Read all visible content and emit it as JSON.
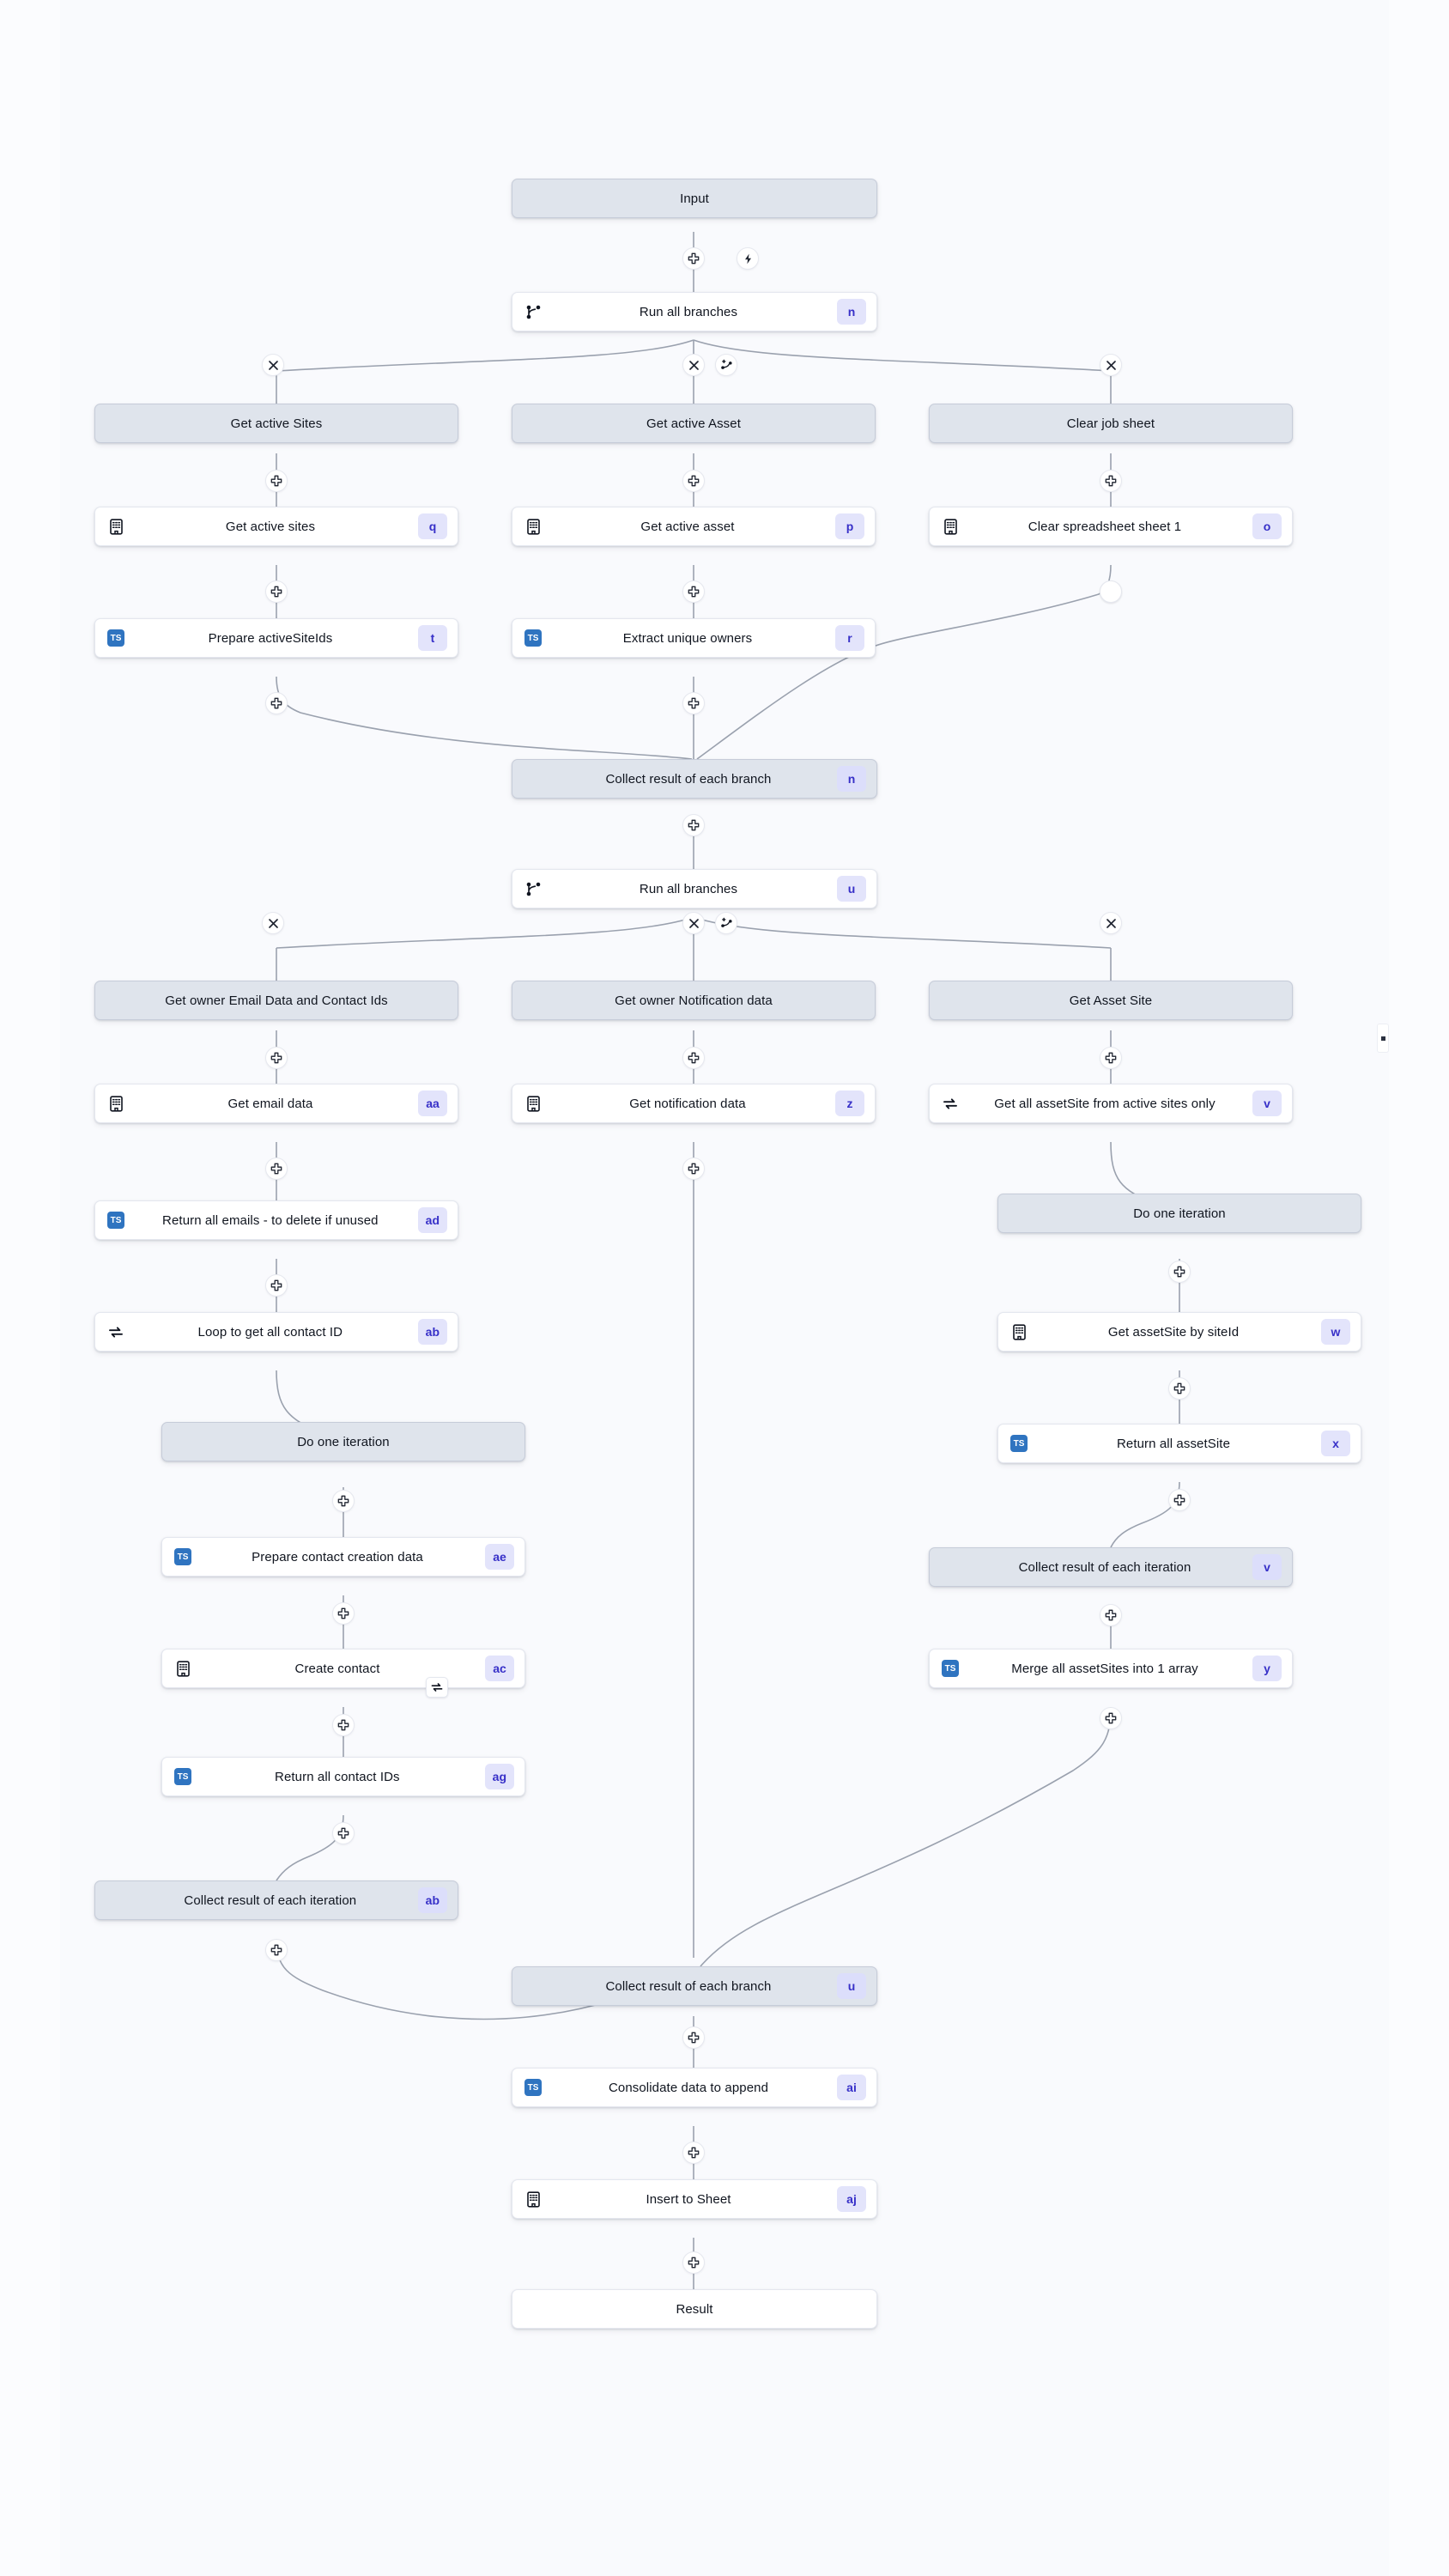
{
  "meta": {
    "background": "#fbfcfe",
    "node_gray": "#dfe4ec",
    "node_white": "#ffffff",
    "badge_bg": "#e3e4fb",
    "badge_fg": "#3730c8",
    "ts_icon_bg": "#2f74c0",
    "wire_color": "#9aa1ae"
  },
  "nodes": {
    "input": {
      "label": "Input",
      "badge": "",
      "icon": "none"
    },
    "run_all_branches_1": {
      "label": "Run all branches",
      "badge": "n",
      "icon": "branch-icon"
    },
    "branch_sites": {
      "label": "Get active Sites",
      "badge": "",
      "icon": "none"
    },
    "branch_asset": {
      "label": "Get active Asset",
      "badge": "",
      "icon": "none"
    },
    "branch_clear": {
      "label": "Clear job sheet",
      "badge": "",
      "icon": "none"
    },
    "get_active_sites": {
      "label": "Get active sites",
      "badge": "q",
      "icon": "spreadsheet-icon"
    },
    "get_active_asset": {
      "label": "Get active asset",
      "badge": "p",
      "icon": "spreadsheet-icon"
    },
    "clear_sheet": {
      "label": "Clear spreadsheet sheet 1",
      "badge": "o",
      "icon": "spreadsheet-icon"
    },
    "prepare_siteids": {
      "label": "Prepare activeSiteIds",
      "badge": "t",
      "icon": "typescript-icon"
    },
    "extract_owners": {
      "label": "Extract unique owners",
      "badge": "r",
      "icon": "typescript-icon"
    },
    "collect_branch_1": {
      "label": "Collect result of each branch",
      "badge": "n",
      "icon": "none"
    },
    "run_all_branches_2": {
      "label": "Run all branches",
      "badge": "u",
      "icon": "branch-icon"
    },
    "branch_email": {
      "label": "Get owner Email Data and Contact Ids",
      "badge": "",
      "icon": "none"
    },
    "branch_notif": {
      "label": "Get owner Notification data",
      "badge": "",
      "icon": "none"
    },
    "branch_assetsite": {
      "label": "Get Asset Site",
      "badge": "",
      "icon": "none"
    },
    "get_email_data": {
      "label": "Get email data",
      "badge": "aa",
      "icon": "spreadsheet-icon"
    },
    "get_notif_data": {
      "label": "Get notification data",
      "badge": "z",
      "icon": "spreadsheet-icon"
    },
    "get_all_assetsite": {
      "label": "Get all assetSite from active sites only",
      "badge": "v",
      "icon": "loop-icon"
    },
    "return_all_emails": {
      "label": "Return all emails - to delete if unused",
      "badge": "ad",
      "icon": "typescript-icon"
    },
    "loop_contact_id": {
      "label": "Loop to get all contact ID",
      "badge": "ab",
      "icon": "loop-icon"
    },
    "do_one_iter_left": {
      "label": "Do one iteration",
      "badge": "",
      "icon": "none"
    },
    "do_one_iter_right": {
      "label": "Do one iteration",
      "badge": "",
      "icon": "none"
    },
    "get_assetsite_site": {
      "label": "Get assetSite by siteId",
      "badge": "w",
      "icon": "spreadsheet-icon"
    },
    "return_all_assetsite": {
      "label": "Return all assetSite",
      "badge": "x",
      "icon": "typescript-icon"
    },
    "prepare_contact": {
      "label": "Prepare contact creation data",
      "badge": "ae",
      "icon": "typescript-icon"
    },
    "create_contact": {
      "label": "Create contact",
      "badge": "ac",
      "icon": "spreadsheet-icon"
    },
    "return_contact_ids": {
      "label": "Return all contact IDs",
      "badge": "ag",
      "icon": "typescript-icon"
    },
    "collect_iter_right": {
      "label": "Collect result of each iteration",
      "badge": "v",
      "icon": "none"
    },
    "merge_assetsites": {
      "label": "Merge all assetSites into 1 array",
      "badge": "y",
      "icon": "typescript-icon"
    },
    "collect_iter_left": {
      "label": "Collect result of each iteration",
      "badge": "ab",
      "icon": "none"
    },
    "collect_branch_2": {
      "label": "Collect result of each branch",
      "badge": "u",
      "icon": "none"
    },
    "consolidate": {
      "label": "Consolidate data to append",
      "badge": "ai",
      "icon": "typescript-icon"
    },
    "insert_to_sheet": {
      "label": "Insert to Sheet",
      "badge": "aj",
      "icon": "spreadsheet-icon"
    },
    "result": {
      "label": "Result",
      "badge": "",
      "icon": "none"
    }
  },
  "controls": {
    "add_step": "add-step-plus",
    "trigger": "lightning-bolt",
    "remove_branch": "close-x",
    "add_branch": "add-branch",
    "retry": "retry-loop"
  }
}
